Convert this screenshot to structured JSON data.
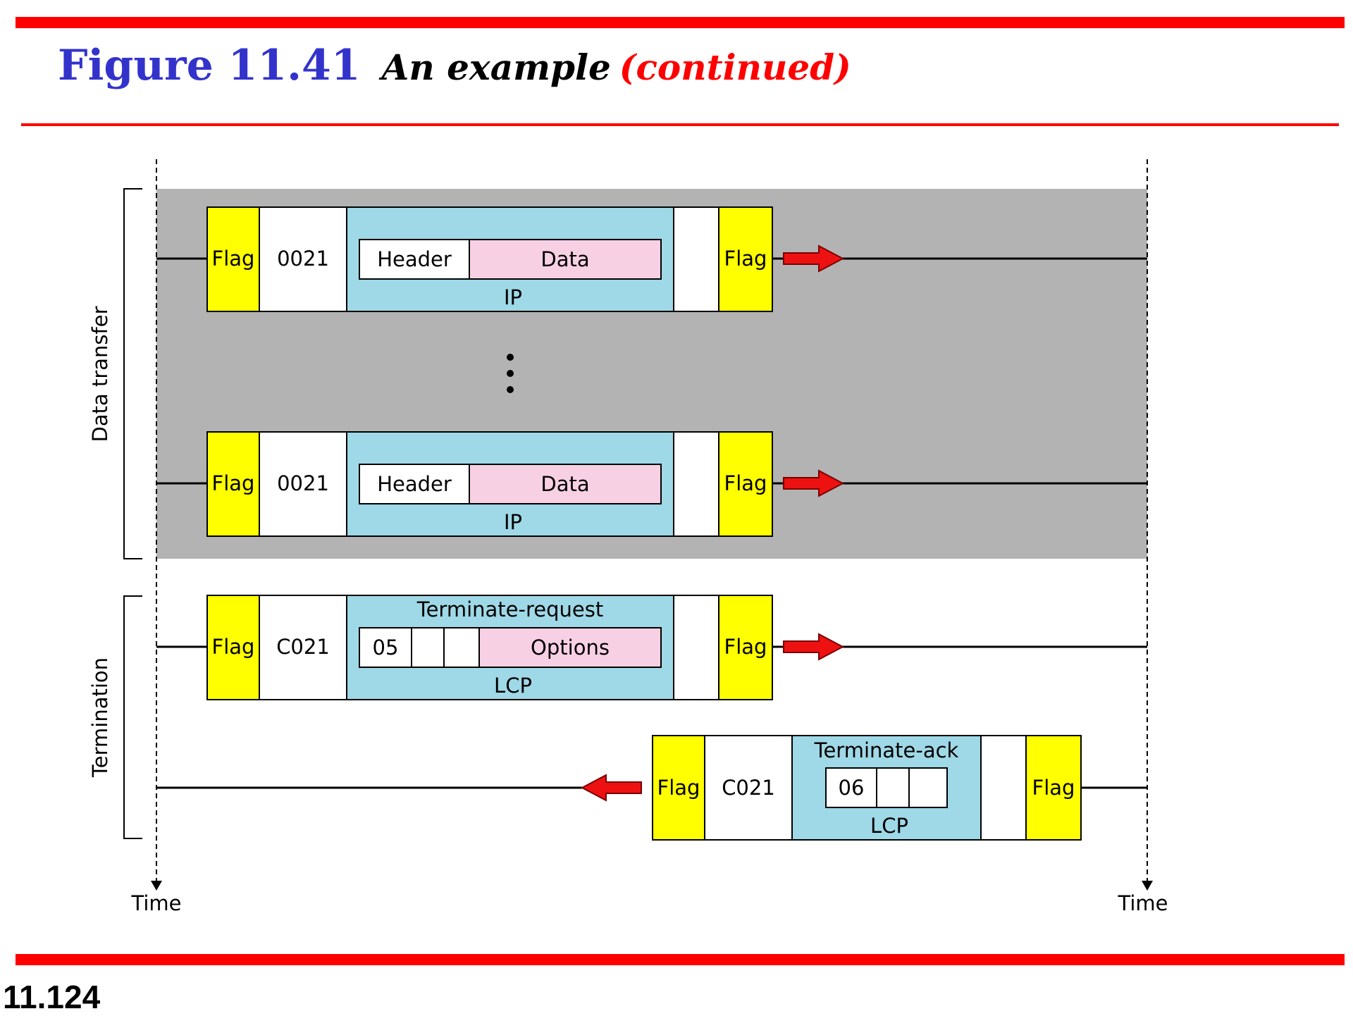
{
  "title": {
    "figure": "Figure 11.41",
    "caption": "An example",
    "continued": "(continued)"
  },
  "slide_number": "11.124",
  "colors": {
    "rule": "#ff0000",
    "figure_label": "#3333cc",
    "flag": "#ffff00",
    "payload": "#9fd8e6",
    "data": "#f8d0e4",
    "phase_background": "#b3b3b3",
    "arrow": "#ee1111"
  },
  "diagram": {
    "time_label_left": "Time",
    "time_label_right": "Time",
    "phases": {
      "data_transfer": "Data transfer",
      "termination": "Termination"
    },
    "frames": [
      {
        "flag_left": "Flag",
        "protocol": "0021",
        "payload_name": "IP",
        "header": "Header",
        "data": "Data",
        "flag_right": "Flag"
      },
      {
        "flag_left": "Flag",
        "protocol": "0021",
        "payload_name": "IP",
        "header": "Header",
        "data": "Data",
        "flag_right": "Flag"
      },
      {
        "flag_left": "Flag",
        "protocol": "C021",
        "payload_title": "Terminate-request",
        "payload_name": "LCP",
        "code": "05",
        "options": "Options",
        "flag_right": "Flag"
      },
      {
        "flag_left": "Flag",
        "protocol": "C021",
        "payload_title": "Terminate-ack",
        "payload_name": "LCP",
        "code": "06",
        "flag_right": "Flag"
      }
    ]
  }
}
